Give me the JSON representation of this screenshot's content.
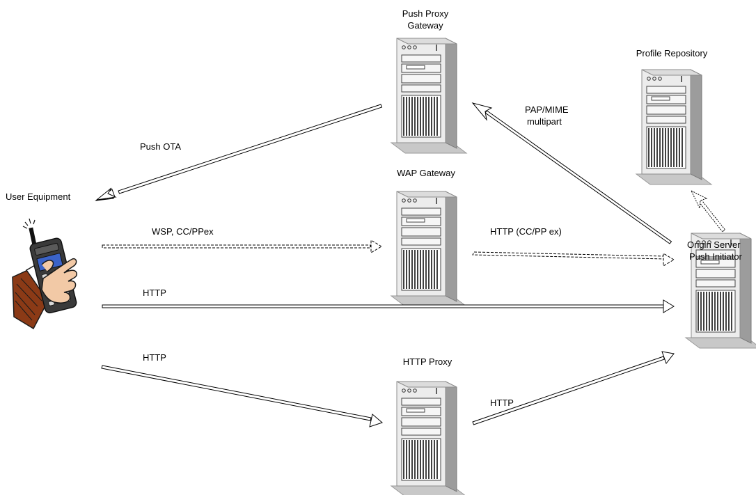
{
  "nodes": {
    "push_proxy_gateway": {
      "line1": "Push Proxy",
      "line2": "Gateway"
    },
    "profile_repository": {
      "label": "Profile Repository"
    },
    "wap_gateway": {
      "label": "WAP Gateway"
    },
    "user_equipment": {
      "label": "User Equipment"
    },
    "origin_server": {
      "line1": "Origin Server",
      "line2": "Push Initiator"
    },
    "http_proxy": {
      "label": "HTTP Proxy"
    }
  },
  "edges": {
    "push_ota": {
      "label": "Push OTA",
      "style": "solid"
    },
    "pap_mime": {
      "line1": "PAP/MIME",
      "line2": "multipart",
      "style": "solid"
    },
    "wsp_ccpp": {
      "label": "WSP, CC/PPex",
      "style": "dashed"
    },
    "http_ccpp": {
      "label": "HTTP (CC/PP ex)",
      "style": "dashed"
    },
    "http_direct": {
      "label": "HTTP",
      "style": "solid"
    },
    "http_to_proxy": {
      "label": "HTTP",
      "style": "solid"
    },
    "http_proxy_to_origin": {
      "label": "HTTP",
      "style": "solid"
    },
    "origin_to_profile": {
      "label": "",
      "style": "dotted"
    }
  }
}
